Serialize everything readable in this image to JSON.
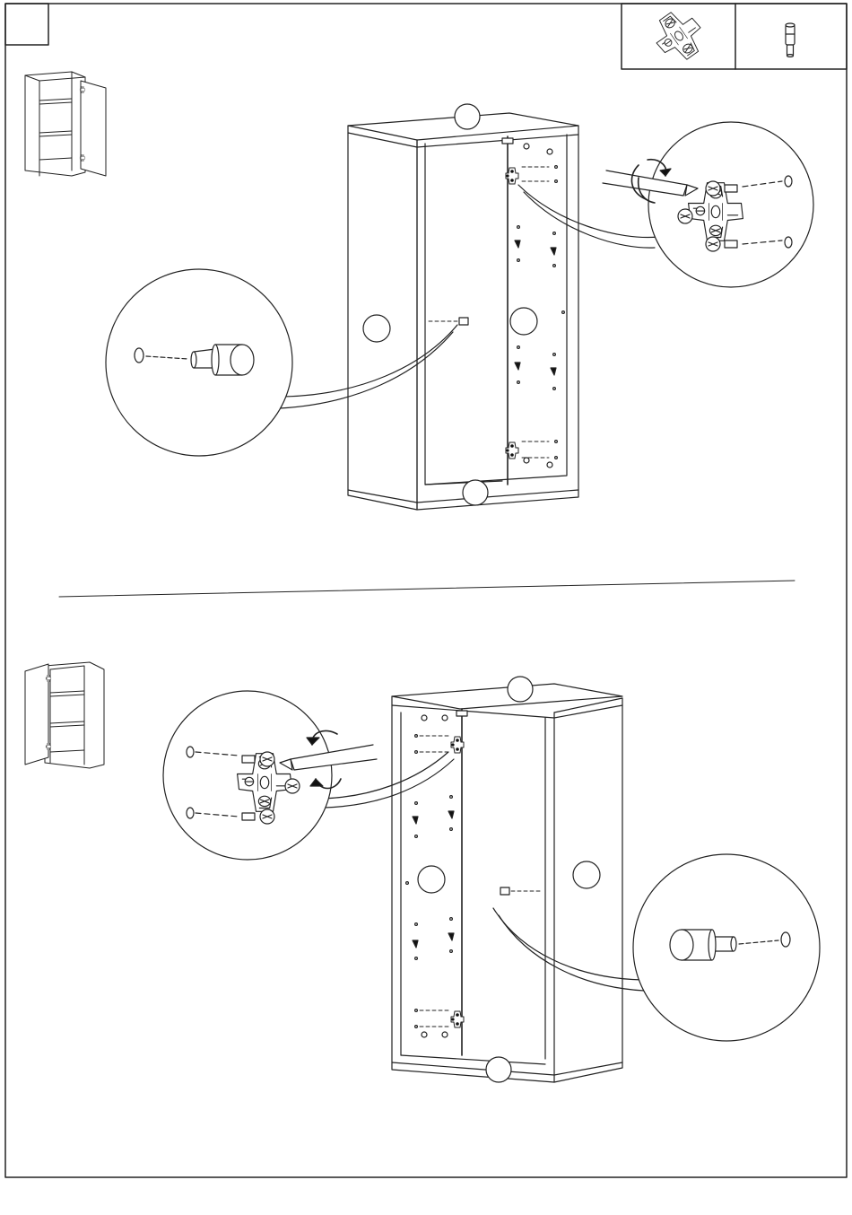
{
  "page": {
    "step_number": "",
    "colors": {
      "line": "#222222",
      "paper": "#ffffff",
      "shade": "#dddddd",
      "accent_dark": "#111111"
    }
  },
  "parts_legend": [
    {
      "name": "hinge-mounting-plate-icon",
      "count": ""
    },
    {
      "name": "shelf-pin-icon",
      "count": ""
    }
  ],
  "sections": [
    {
      "id": "left-hinge-door",
      "cabinet_hinges": "right",
      "part_labels": [
        "",
        "",
        "",
        ""
      ]
    },
    {
      "id": "right-hinge-door",
      "cabinet_hinges": "left",
      "part_labels": [
        "",
        "",
        "",
        ""
      ]
    }
  ]
}
